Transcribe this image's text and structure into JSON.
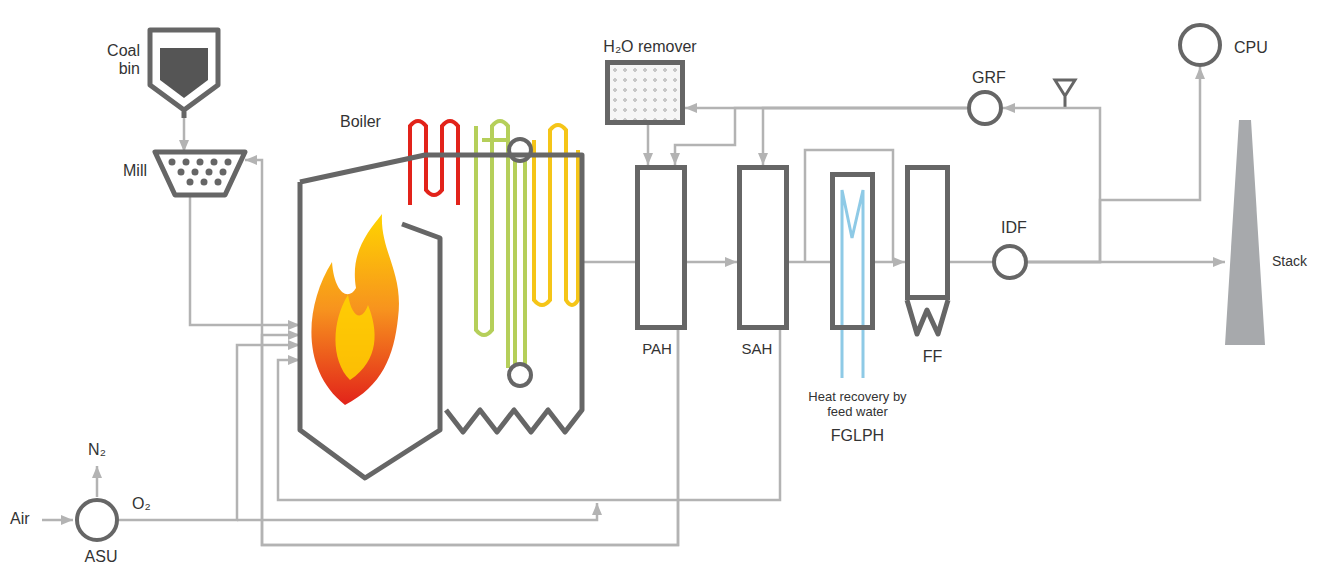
{
  "diagram": {
    "nodes": [
      {
        "text": [
          "Coal bin"
        ]
      },
      {
        "text": [
          "Mill"
        ]
      },
      {
        "text": [
          "Boiler"
        ]
      },
      {
        "text": [
          "H₂O remover"
        ]
      },
      {
        "text": [
          "GRF"
        ]
      },
      {
        "text": [
          "CPU"
        ]
      },
      {
        "text": [
          "PAH"
        ]
      },
      {
        "text": [
          "SAH"
        ]
      },
      {
        "text": [
          "Heat recovery by feed water",
          "FGLPH"
        ]
      },
      {
        "text": [
          "FF"
        ]
      },
      {
        "text": [
          "IDF"
        ]
      },
      {
        "text": [
          "Stack"
        ]
      },
      {
        "text": [
          "ASU"
        ]
      }
    ],
    "edges": [
      {
        "from": 0,
        "to": 1,
        "arrow": "to"
      },
      {
        "from": 1,
        "to": 2,
        "arrow": "to"
      },
      {
        "from": 2,
        "to": 6,
        "arrow": "none"
      },
      {
        "from": 6,
        "to": 7,
        "arrow": "to"
      },
      {
        "from": 7,
        "to": 8,
        "arrow": "none"
      },
      {
        "from": 8,
        "to": 9,
        "arrow": "to"
      },
      {
        "from": 9,
        "to": 10,
        "arrow": "none"
      },
      {
        "from": 10,
        "to": 11,
        "arrow": "to"
      },
      {
        "from": 10,
        "to": 5,
        "arrow": "to"
      },
      {
        "from": 10,
        "to": 4,
        "arrow": "to"
      },
      {
        "from": 4,
        "to": 3,
        "arrow": "to"
      },
      {
        "from": 4,
        "to": 7,
        "arrow": "to"
      },
      {
        "from": 4,
        "to": 6,
        "arrow": "to"
      },
      {
        "from": 3,
        "to": 6,
        "arrow": "to"
      },
      {
        "from": 7,
        "to": 2,
        "arrow": "to"
      },
      {
        "from": 6,
        "to": 1,
        "arrow": "to"
      },
      {
        "from": 6,
        "to": 2,
        "arrow": "to"
      },
      {
        "from": 12,
        "to": 2,
        "arrow": "to"
      }
    ],
    "labels": [
      "Air",
      "N₂",
      "O₂"
    ]
  }
}
